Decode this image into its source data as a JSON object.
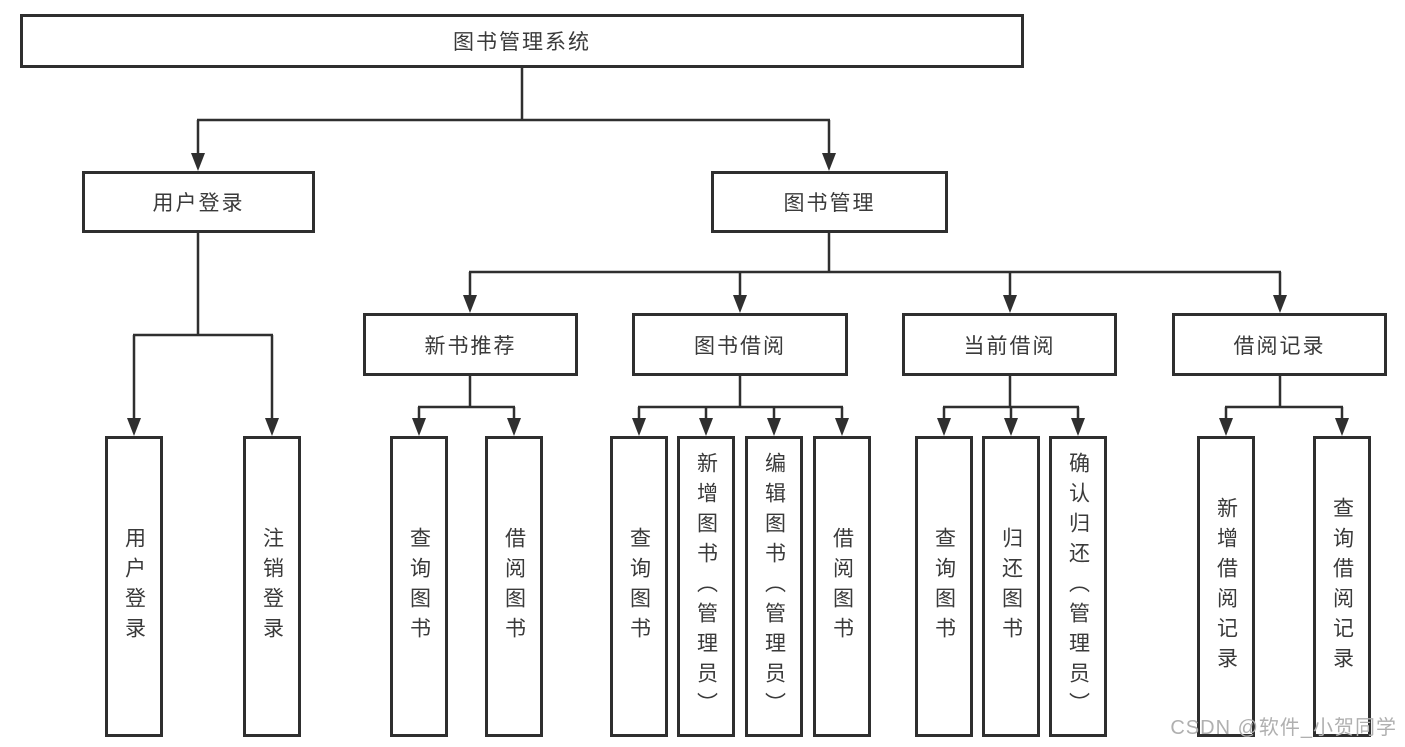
{
  "tree": {
    "root": {
      "label": "图书管理系统"
    },
    "branches": [
      {
        "label": "用户登录",
        "children": [
          {
            "label": "用户登录"
          },
          {
            "label": "注销登录"
          }
        ]
      },
      {
        "label": "图书管理",
        "children": [
          {
            "label": "新书推荐",
            "children": [
              {
                "label": "查询图书"
              },
              {
                "label": "借阅图书"
              }
            ]
          },
          {
            "label": "图书借阅",
            "children": [
              {
                "label": "查询图书"
              },
              {
                "label": "新增图书（管理员）"
              },
              {
                "label": "编辑图书（管理员）"
              },
              {
                "label": "借阅图书"
              }
            ]
          },
          {
            "label": "当前借阅",
            "children": [
              {
                "label": "查询图书"
              },
              {
                "label": "归还图书"
              },
              {
                "label": "确认归还（管理员）"
              }
            ]
          },
          {
            "label": "借阅记录",
            "children": [
              {
                "label": "新增借阅记录"
              },
              {
                "label": "查询借阅记录"
              }
            ]
          }
        ]
      }
    ]
  },
  "watermark": {
    "text": "CSDN @软件_小贺同学"
  },
  "colors": {
    "line": "#2f2f2f",
    "text": "#3a3a3a",
    "background": "#ffffff",
    "watermark": "#b0b0b0"
  }
}
